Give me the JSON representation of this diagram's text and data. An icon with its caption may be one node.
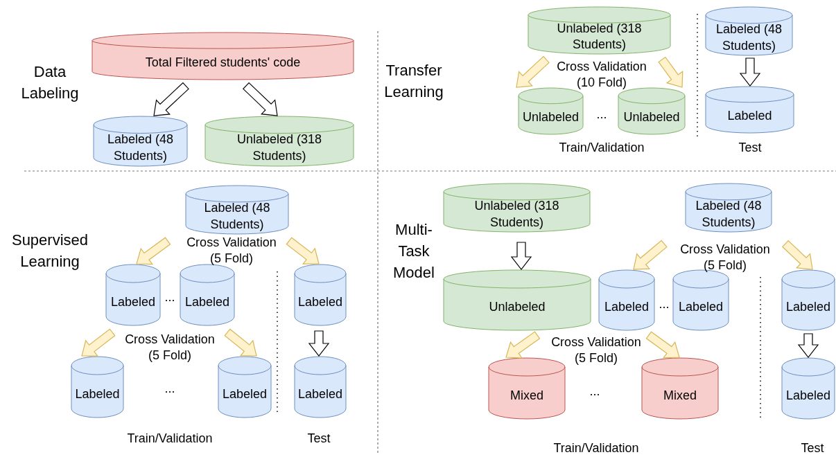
{
  "diagram": {
    "nodes": [
      {
        "text": [
          "Total Filtered students' code"
        ]
      },
      {
        "text": [
          "Labeled (48 Students)"
        ]
      },
      {
        "text": [
          "Unlabeled (318 Students)"
        ]
      },
      {
        "text": [
          "Unlabeled (318 Students)"
        ]
      },
      {
        "text": [
          "Labeled (48 Students)"
        ]
      },
      {
        "text": [
          "Unlabeled"
        ]
      },
      {
        "text": [
          "Unlabeled"
        ]
      },
      {
        "text": [
          "Labeled"
        ]
      },
      {
        "text": [
          "Labeled (48 Students)"
        ]
      },
      {
        "text": [
          "Labeled"
        ]
      },
      {
        "text": [
          "Labeled"
        ]
      },
      {
        "text": [
          "Labeled"
        ]
      },
      {
        "text": [
          "Labeled"
        ]
      },
      {
        "text": [
          "Labeled"
        ]
      },
      {
        "text": [
          "Labeled"
        ]
      },
      {
        "text": [
          "Unlabeled (318 Students)"
        ]
      },
      {
        "text": [
          "Labeled (48 Students)"
        ]
      },
      {
        "text": [
          "Unlabeled"
        ]
      },
      {
        "text": [
          "Labeled"
        ]
      },
      {
        "text": [
          "Labeled"
        ]
      },
      {
        "text": [
          "Labeled"
        ]
      },
      {
        "text": [
          "Mixed"
        ]
      },
      {
        "text": [
          "Mixed"
        ]
      },
      {
        "text": [
          "Labeled"
        ]
      }
    ],
    "edges": [
      {
        "from": 0,
        "to": 1,
        "arrow": "to",
        "color": "#ffffff"
      },
      {
        "from": 0,
        "to": 2,
        "arrow": "to",
        "color": "#ffffff"
      },
      {
        "from": 3,
        "to": 5,
        "arrow": "to"
      },
      {
        "from": 3,
        "to": 6,
        "arrow": "to"
      },
      {
        "from": 4,
        "to": 7,
        "arrow": "to",
        "color": "#ffffff"
      },
      {
        "from": 8,
        "to": 9,
        "arrow": "to"
      },
      {
        "from": 8,
        "to": 11,
        "arrow": "to"
      },
      {
        "from": 9,
        "to": 12,
        "arrow": "to"
      },
      {
        "from": 10,
        "to": 13,
        "arrow": "to"
      },
      {
        "from": 11,
        "to": 14,
        "arrow": "to",
        "color": "#ffffff"
      },
      {
        "from": 15,
        "to": 17,
        "arrow": "to",
        "color": "#ffffff"
      },
      {
        "from": 16,
        "to": 18,
        "arrow": "to"
      },
      {
        "from": 16,
        "to": 20,
        "arrow": "to"
      },
      {
        "from": 17,
        "to": 21,
        "arrow": "to"
      },
      {
        "from": 18,
        "to": 22,
        "arrow": "to"
      },
      {
        "from": 20,
        "to": 23,
        "arrow": "to",
        "color": "#ffffff"
      }
    ],
    "labels": [
      "Data Labeling",
      "Transfer Learning",
      "Cross Validation (10 Fold)",
      "...",
      "Train/Validation",
      "Test",
      "Supervised Learning",
      "Cross Validation (5 Fold)",
      "...",
      "Cross Validation (5 Fold)",
      "...",
      "Train/Validation",
      "Test",
      "Multi-Task Model",
      "Cross Validation (5 Fold)",
      "...",
      "Cross Validation (5 Fold)",
      "...",
      "Train/Validation",
      "Test"
    ]
  }
}
